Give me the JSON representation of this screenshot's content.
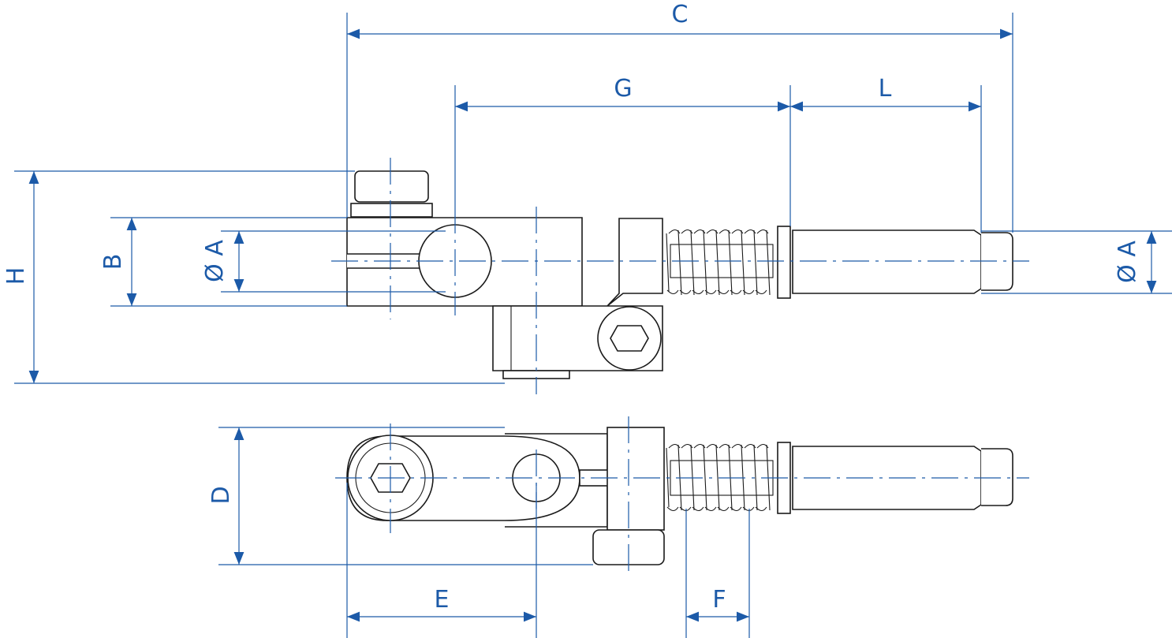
{
  "labels": {
    "C": "C",
    "G": "G",
    "L": "L",
    "H": "H",
    "B": "B",
    "A_left": "Ø A",
    "A_right": "Ø A",
    "D": "D",
    "E": "E",
    "F": "F"
  },
  "colors": {
    "dimension": "#1c5aa8",
    "outline": "#1a1a1a"
  }
}
